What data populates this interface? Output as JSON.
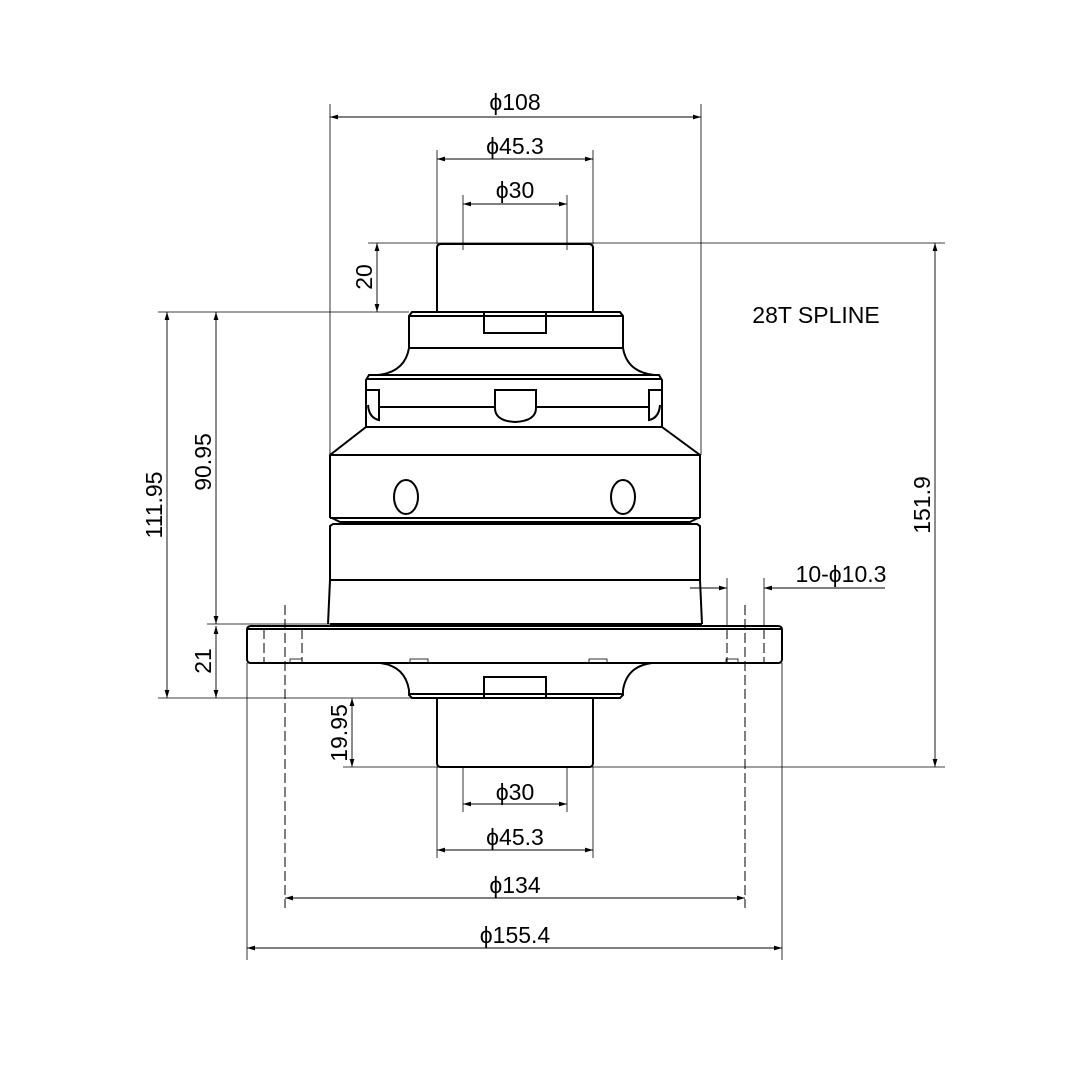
{
  "drawing": {
    "note": "28T SPLINE",
    "line_color": "#000000",
    "background": "#ffffff",
    "dimensions": {
      "top_outer_diameter": "ϕ108",
      "top_collar_diameter": "ϕ45.3",
      "top_shaft_diameter": "ϕ30",
      "top_shaft_length": "20",
      "overall_height": "151.9",
      "upper_height": "111.95",
      "body_height": "90.95",
      "flange_height": "21",
      "bottom_shaft_length": "19.95",
      "bolt_holes": "10-ϕ10.3",
      "bottom_shaft_diameter": "ϕ30",
      "bottom_collar_diameter": "ϕ45.3",
      "bolt_circle_diameter": "ϕ134",
      "flange_diameter": "ϕ155.4"
    }
  }
}
